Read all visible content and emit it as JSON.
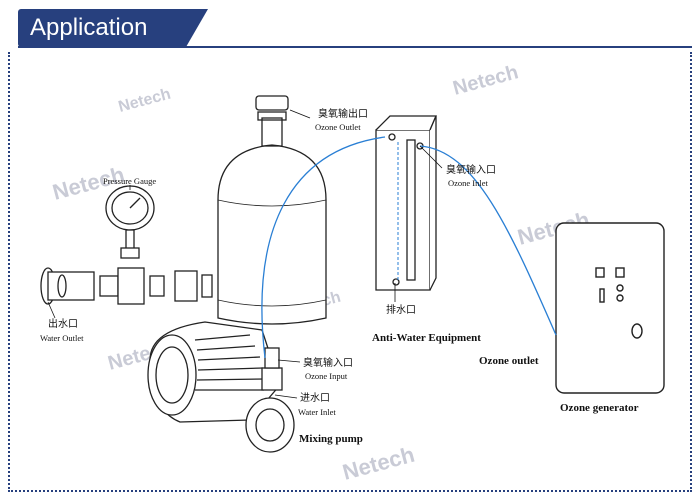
{
  "header": {
    "title": "Application"
  },
  "watermark": {
    "text": "Netech"
  },
  "labels": {
    "ozone_outlet_cn": "臭氧输出口",
    "ozone_outlet_en": "Ozone Outlet",
    "ozone_inlet_cn": "臭氧输入口",
    "ozone_inlet_en": "Ozone Inlet",
    "pressure_gauge": "Pressure Gauge",
    "water_outlet_cn": "出水口",
    "water_outlet_en": "Water Outlet",
    "drain_cn": "排水口",
    "anti_water": "Anti-Water Equipment",
    "ozone_input_cn": "臭氧输入口",
    "ozone_input_en": "Ozone Input",
    "water_inlet_cn": "进水口",
    "water_inlet_en": "Water Inlet",
    "mixing_pump": "Mixing pump",
    "ozone_outlet_2": "Ozone outlet",
    "ozone_generator": "Ozone generator"
  },
  "colors": {
    "banner": "#27407e",
    "pipe": "#2a7fd4",
    "watermark": "#c9cbd6"
  }
}
